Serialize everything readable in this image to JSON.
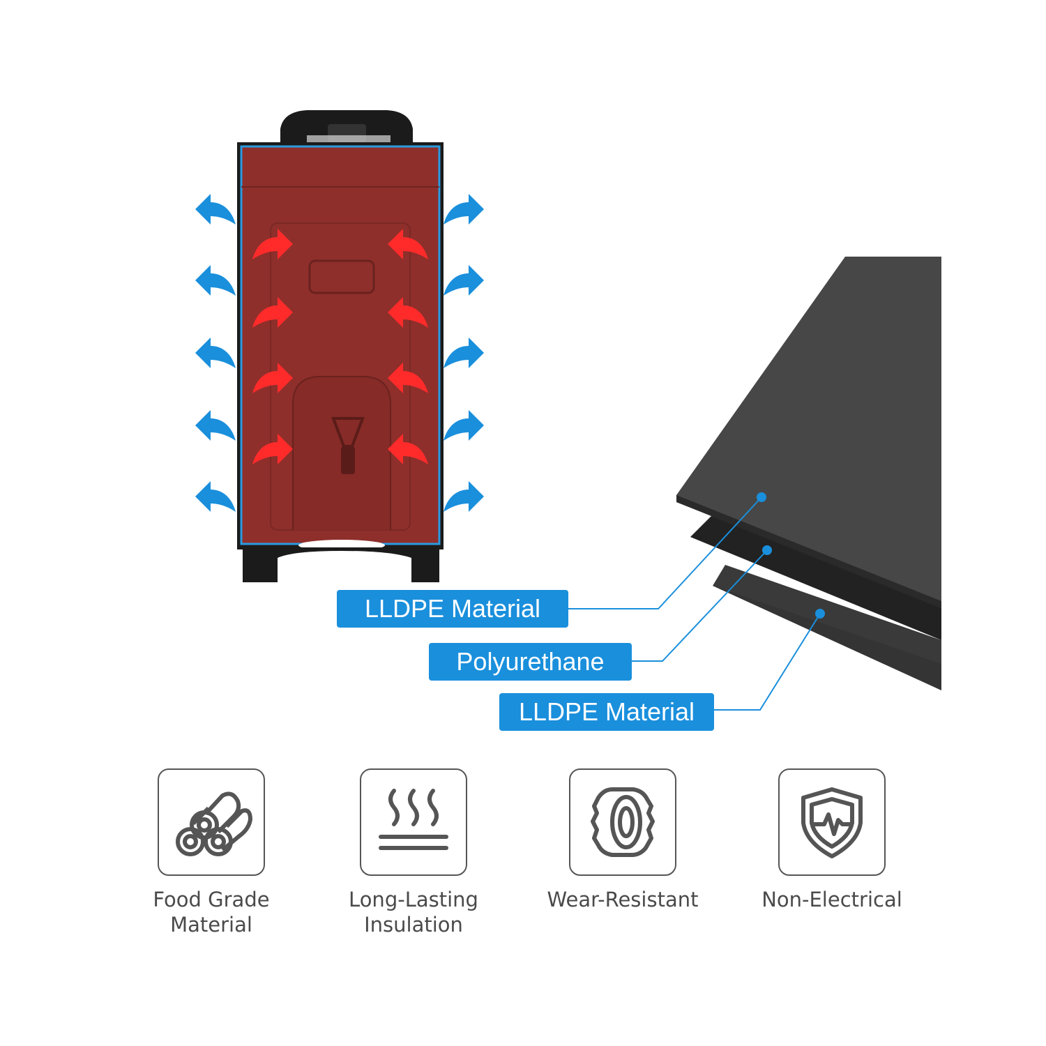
{
  "layers": [
    {
      "label": "LLDPE Material"
    },
    {
      "label": "Polyurethane"
    },
    {
      "label": "LLDPE Material"
    }
  ],
  "features": [
    {
      "caption": "Food Grade\nMaterial",
      "icon": "rolls-icon"
    },
    {
      "caption": "Long-Lasting\nInsulation",
      "icon": "heat-waves-icon"
    },
    {
      "caption": "Wear-Resistant",
      "icon": "tire-icon"
    },
    {
      "caption": "Non-Electrical",
      "icon": "shield-pulse-icon"
    }
  ],
  "colors": {
    "label_bg": "#1a8fdc",
    "heat_arrow": "#ff2b2b",
    "cold_arrow": "#1a8fdc",
    "dispenser_body": "#8e2f2b",
    "dispenser_frame": "#1b1b1b",
    "sheet": "#444444"
  }
}
